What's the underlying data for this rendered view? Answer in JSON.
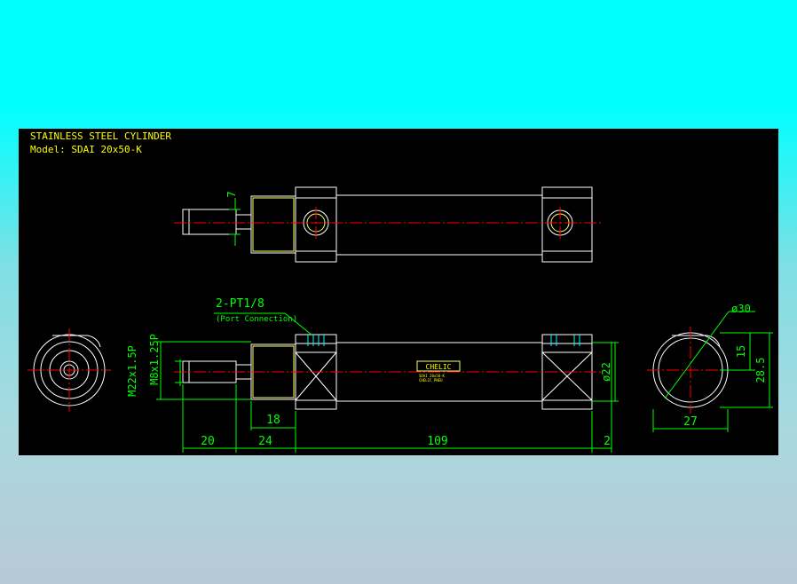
{
  "drawing": {
    "title_line1": "STAINLESS STEEL CYLINDER",
    "title_line2": "Model: SDAI 20x50-K"
  },
  "annotations": {
    "port_label": "2-PT1/8",
    "port_sub": "(Port Connection)",
    "brand": "CHELIC",
    "brand_small1": "SDAI 20x50-K",
    "brand_small2": "CHELIC PNEU"
  },
  "dimensions": {
    "top_width": "7",
    "rod_thread": "M8x1.25P",
    "nose_thread": "M22x1.5P",
    "rod_len": "20",
    "nose_len": "24",
    "body_len": "109",
    "end_len": "2",
    "nose_body": "18",
    "dia_body": "ø22",
    "dia_end": "ø30",
    "end_w": "27",
    "end_h1": "15",
    "end_h2": "28.5"
  },
  "colors": {
    "background": "#000000",
    "outline": "#ffffff",
    "dimension": "#00ff00",
    "center_line": "#ff0000",
    "text": "#ffff00"
  }
}
